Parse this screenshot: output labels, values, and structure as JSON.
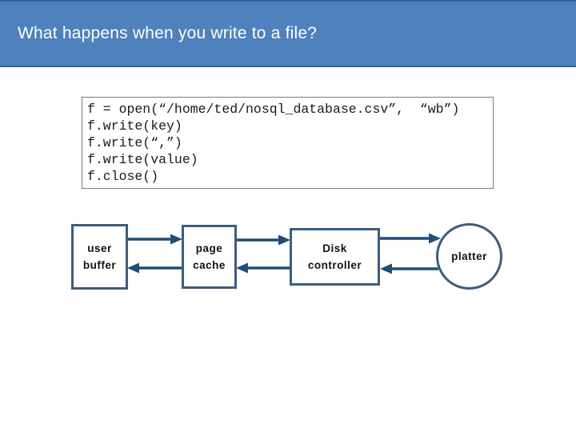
{
  "slide": {
    "title": "What happens when you write to a file?"
  },
  "code_block": {
    "lines": [
      "f = open(“/home/ted/nosql_database.csv”,  “wb”)",
      "f.write(key)",
      "f.write(“,”)",
      "f.write(value)",
      "f.close()"
    ]
  },
  "diagram": {
    "nodes": [
      {
        "line1": "user",
        "line2": "buffer"
      },
      {
        "line1": "page",
        "line2": "cache"
      },
      {
        "line1": "Disk",
        "line2": "controller"
      },
      {
        "label": "platter"
      }
    ]
  },
  "colors": {
    "header_bg": "#4f81bd",
    "header_edge": "#38618f",
    "box_border": "#3e5c7e",
    "arrow": "#1f4e79",
    "code_border": "#6e8090",
    "code_text": "#1a1a1a",
    "title_text": "#ffffff"
  }
}
